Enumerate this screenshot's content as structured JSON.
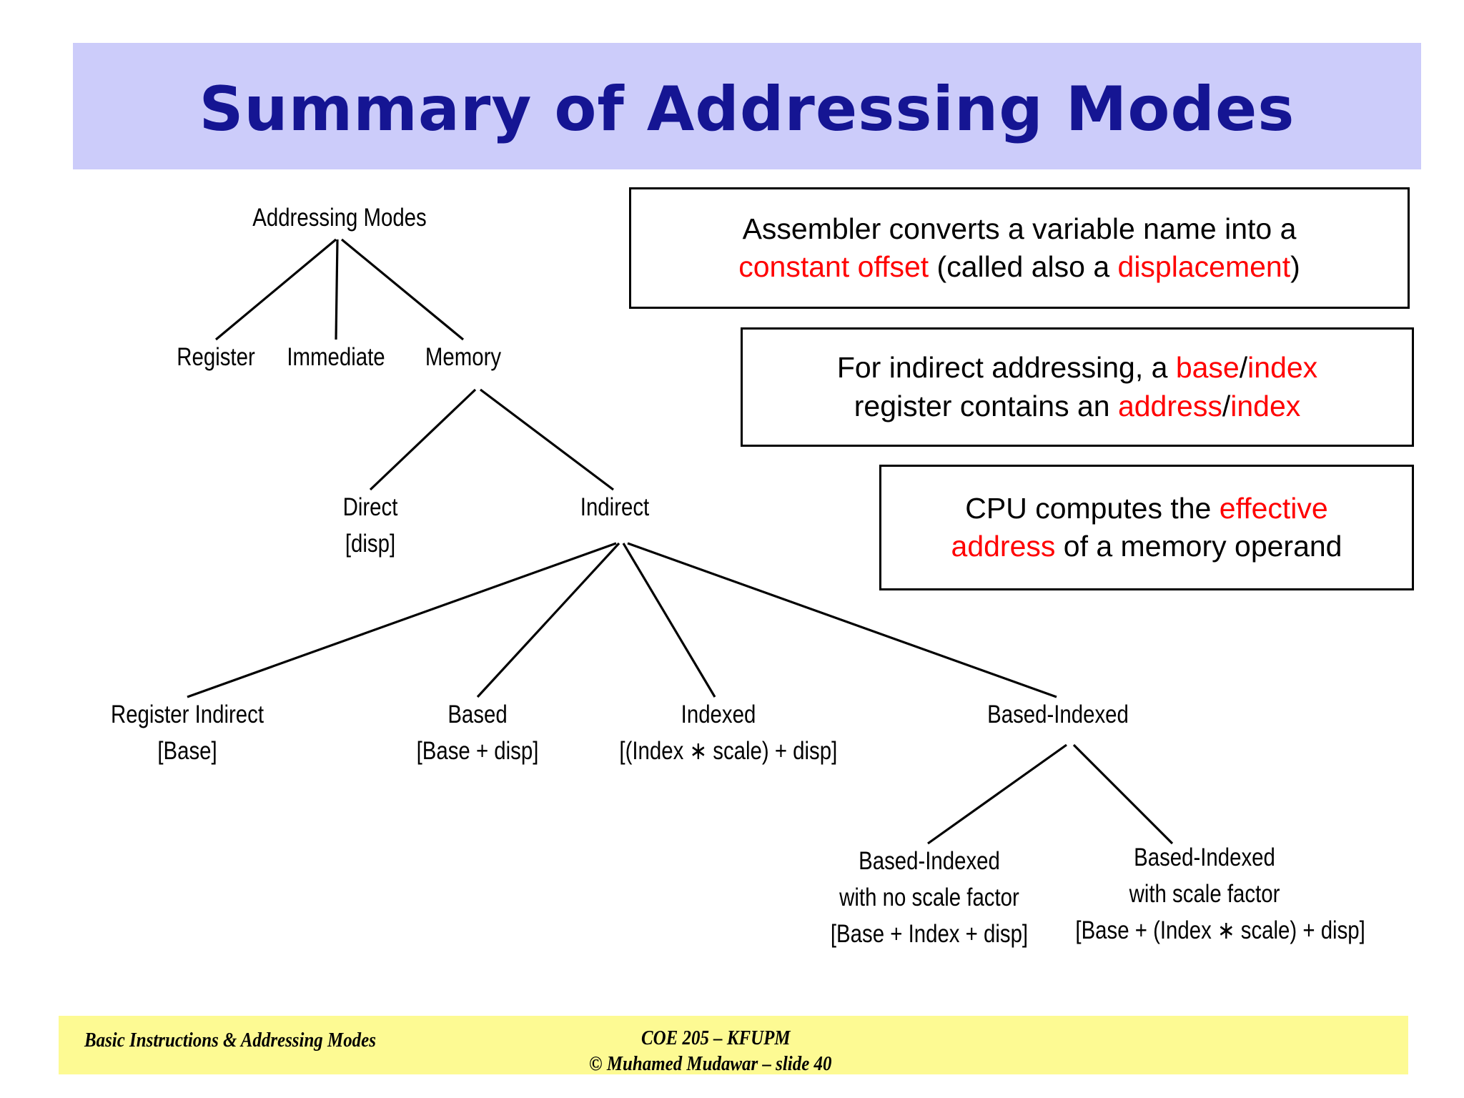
{
  "slide": {
    "title": "Summary of Addressing Modes",
    "banner_bg": "#ccccfa",
    "title_color": "#151593",
    "accent_red": "#ff0000",
    "footer_bg": "#fdfa93"
  },
  "tree": {
    "root": {
      "label": "Addressing Modes"
    },
    "level2": [
      {
        "label": "Register",
        "formula": ""
      },
      {
        "label": "Immediate",
        "formula": ""
      },
      {
        "label": "Memory",
        "formula": ""
      }
    ],
    "level3": [
      {
        "label": "Direct",
        "formula": "[disp]"
      },
      {
        "label": "Indirect",
        "formula": ""
      }
    ],
    "level4": [
      {
        "label": "Register Indirect",
        "formula": "[Base]"
      },
      {
        "label": "Based",
        "formula": "[Base + disp]"
      },
      {
        "label": "Indexed",
        "formula": "[(Index ∗ scale) + disp]"
      },
      {
        "label": "Based-Indexed",
        "formula": ""
      }
    ],
    "level5": [
      {
        "label": "Based-Indexed",
        "label2": "with no scale factor",
        "formula": "[Base + Index + disp]"
      },
      {
        "label": "Based-Indexed",
        "label2": "with scale factor",
        "formula": "[Base + (Index ∗ scale) + disp]"
      }
    ]
  },
  "callouts": [
    {
      "id": "assembler-note",
      "line1_a": "Assembler converts a variable name into a",
      "line2_a": "constant offset",
      "line2_b": " (called also a ",
      "line2_c": "displacement",
      "line2_d": ")"
    },
    {
      "id": "indirect-note",
      "line1_a": "For indirect addressing, a ",
      "line1_b": "base",
      "line1_c": "/",
      "line1_d": "index",
      "line2_a": "register contains an ",
      "line2_b": "address",
      "line2_c": "/",
      "line2_d": "index"
    },
    {
      "id": "effective-address-note",
      "line1_a": "CPU computes the ",
      "line1_b": "effective",
      "line2_a": "address",
      "line2_b": " of a memory operand"
    }
  ],
  "footer": {
    "left": "Basic Instructions & Addressing Modes",
    "center_line1": "COE 205 – KFUPM",
    "center_line2": "© Muhamed Mudawar – slide 40"
  }
}
